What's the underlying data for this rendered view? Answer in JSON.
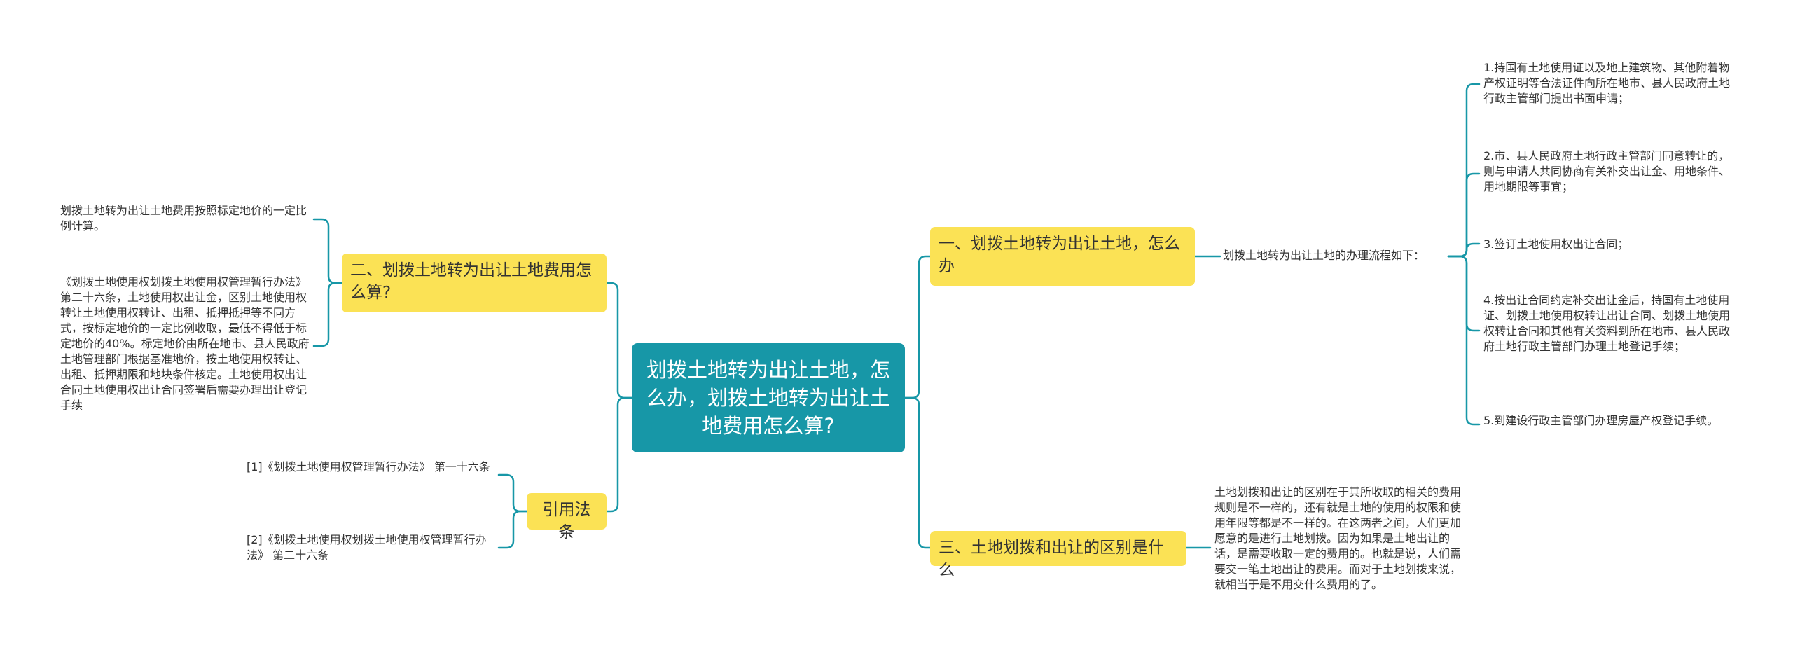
{
  "colors": {
    "root_bg": "#1797a7",
    "branch_bg": "#fbe255",
    "connector": "#1797a7",
    "text": "#333333"
  },
  "root": {
    "label": "划拨土地转为出让土地，怎么办，划拨土地转为出让土地费用怎么算?"
  },
  "branch_fee": {
    "label": "二、划拨土地转为出让土地费用怎么算?",
    "leaf_1": "划拨土地转为出让土地费用按照标定地价的一定比例计算。",
    "leaf_2": "《划拨土地使用权划拨土地使用权管理暂行办法》第二十六条，土地使用权出让金，区别土地使用权转让土地使用权转让、出租、抵押抵押等不同方式，按标定地价的一定比例收取，最低不得低于标定地价的40%。标定地价由所在地市、县人民政府土地管理部门根据基准地价，按土地使用权转让、出租、抵押期限和地块条件核定。土地使用权出让合同土地使用权出让合同签署后需要办理出让登记手续"
  },
  "branch_law": {
    "label": "引用法条",
    "leaf_1": "[1]《划拨土地使用权管理暂行办法》 第一十六条",
    "leaf_2": "[2]《划拨土地使用权划拨土地使用权管理暂行办法》 第二十六条"
  },
  "branch_how": {
    "label": "一、划拨土地转为出让土地，怎么办",
    "mid": "划拨土地转为出让土地的办理流程如下：",
    "step_1": "1.持国有土地使用证以及地上建筑物、其他附着物产权证明等合法证件向所在地市、县人民政府土地行政主管部门提出书面申请；",
    "step_2": "2.市、县人民政府土地行政主管部门同意转让的，则与申请人共同协商有关补交出让金、用地条件、用地期限等事宜；",
    "step_3": "3.签订土地使用权出让合同；",
    "step_4": "4.按出让合同约定补交出让金后，持国有土地使用证、划拨土地使用权转让出让合同、划拨土地使用权转让合同和其他有关资料到所在地市、县人民政府土地行政主管部门办理土地登记手续；",
    "step_5": "5.到建设行政主管部门办理房屋产权登记手续。"
  },
  "branch_diff": {
    "label": "三、土地划拨和出让的区别是什么",
    "leaf": "土地划拨和出让的区别在于其所收取的相关的费用规则是不一样的，还有就是土地的使用的权限和使用年限等都是不一样的。在这两者之间，人们更加愿意的是进行土地划拨。因为如果是土地出让的话，是需要收取一定的费用的。也就是说，人们需要交一笔土地出让的费用。而对于土地划拨来说，就相当于是不用交什么费用的了。"
  }
}
